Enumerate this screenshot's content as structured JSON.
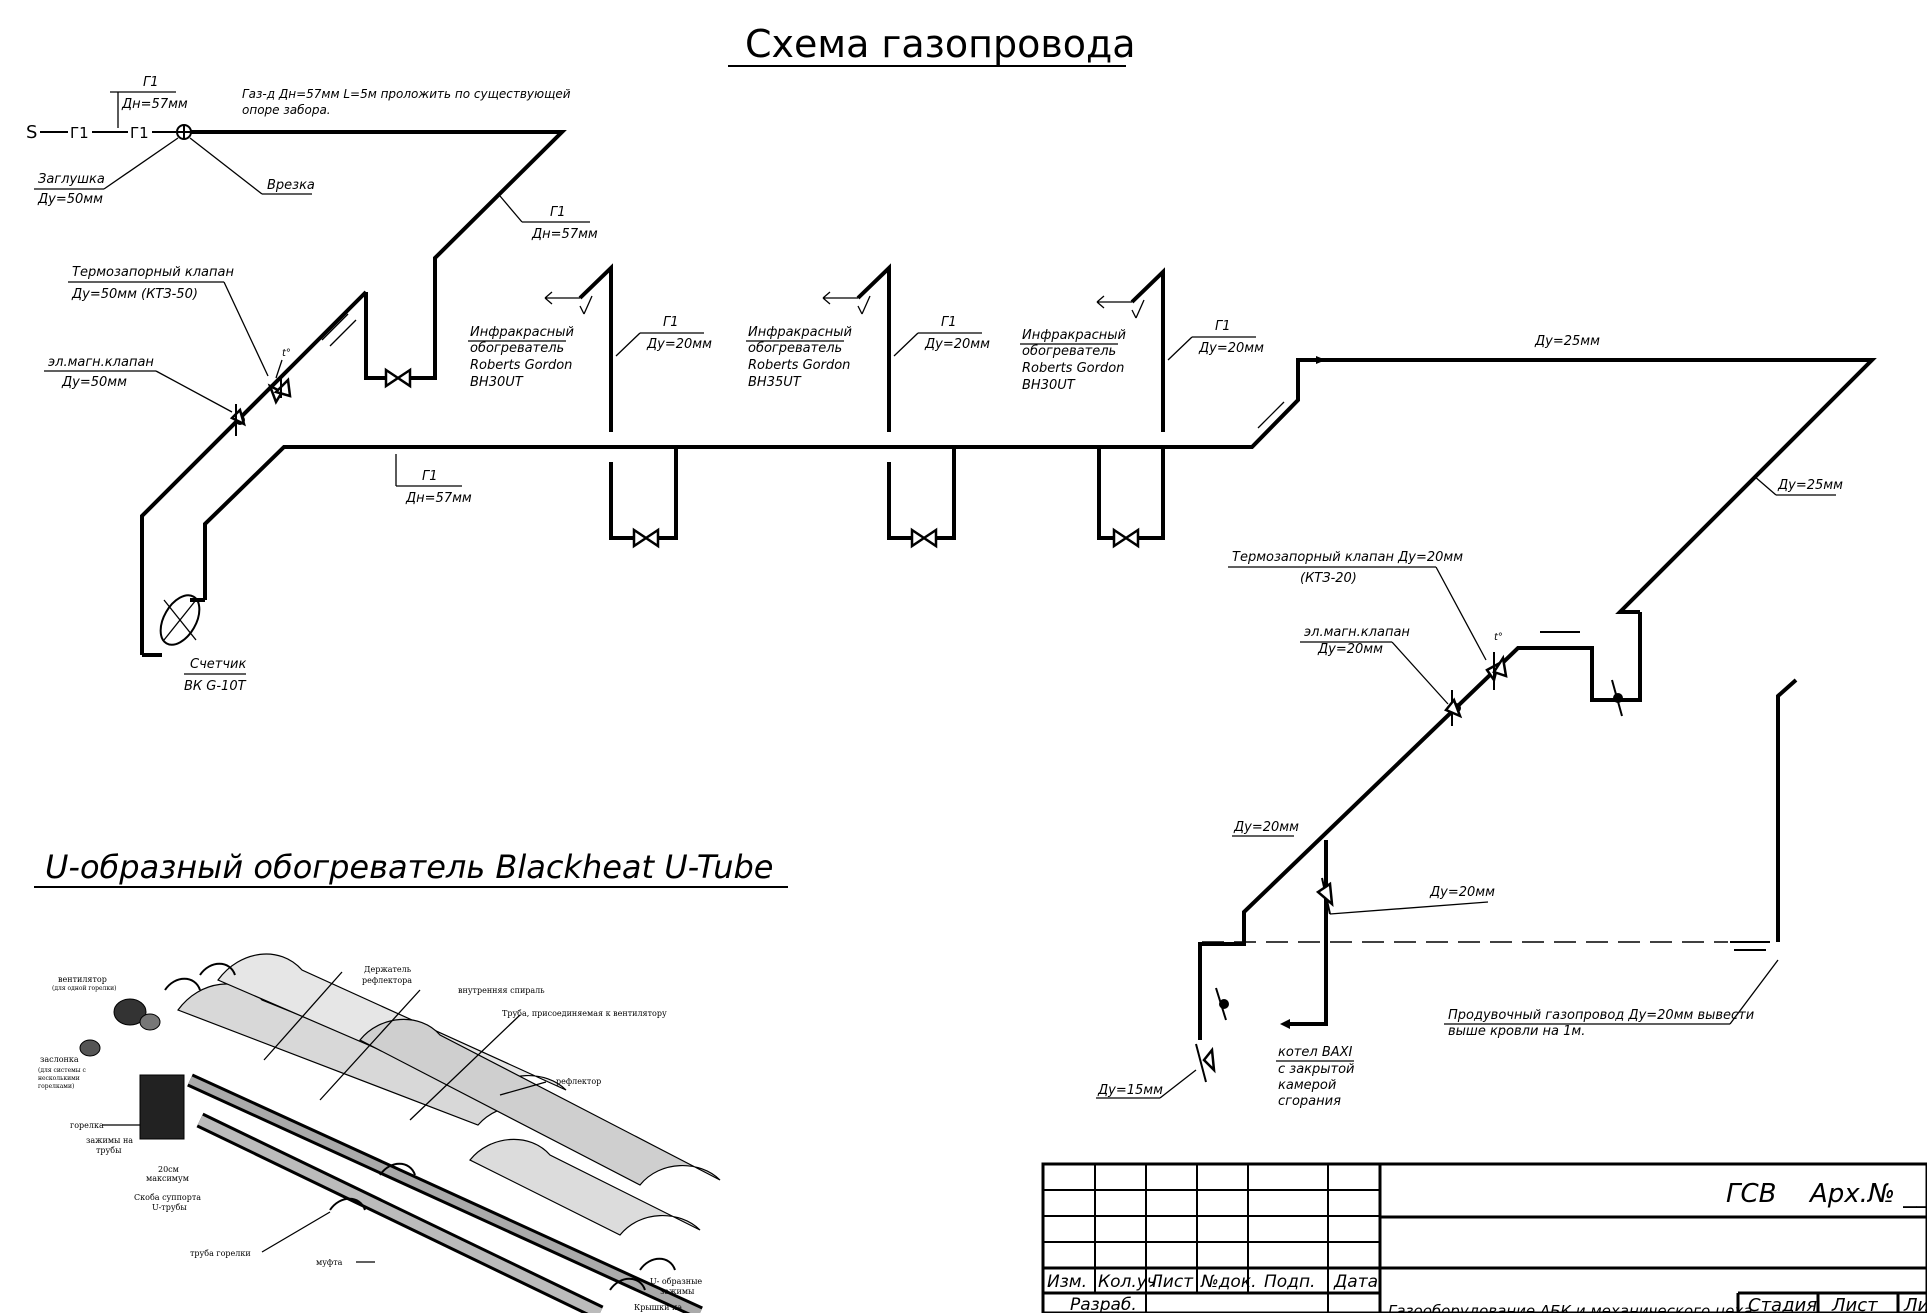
{
  "titles": {
    "main": "Схема газопровода",
    "secondary": "U-образный обогреватель Blackheat U-Tube"
  },
  "symbols": {
    "supply_left": "S",
    "g1_a": "Г1",
    "g1_b": "Г1"
  },
  "labels": {
    "top_g1": "Г1",
    "top_dn": "Дн=57мм",
    "note_line1": "Газ-д Дн=57мм L=5м проложить по существующей",
    "note_line2": "опоре забора.",
    "plug": "Заглушка",
    "plug_du": "Ду=50мм",
    "tap": "Врезка",
    "riser_g1": "Г1",
    "riser_dn": "Дн=57мм",
    "thermo_valve": "Термозапорный клапан",
    "thermo_valve_du": "Ду=50мм (КТЗ-50)",
    "solenoid": "эл.магн.клапан",
    "solenoid_du": "Ду=50мм",
    "main_g1": "Г1",
    "main_dn": "Дн=57мм",
    "meter": "Счетчик",
    "meter_model": "ВК G-10Т",
    "right_top_du": "Ду=25мм",
    "right_diag_du": "Ду=25мм",
    "thermo_valve2": "Термозапорный клапан Ду=20мм",
    "thermo_valve2_model": "(КТЗ-20)",
    "solenoid2": "эл.магн.клапан",
    "solenoid2_du": "Ду=20мм",
    "diag_du20": "Ду=20мм",
    "riser_du20": "Ду=20мм",
    "du15": "Ду=15мм",
    "boiler_1": "котел BAXI",
    "boiler_2": "с закрытой",
    "boiler_3": "камерой",
    "boiler_4": "сгорания",
    "purge_1": "Продувочный газопровод Ду=20мм вывести",
    "purge_2": "выше кровли на 1м.",
    "temp_mark": "t°"
  },
  "heaters": [
    {
      "l1": "Инфракрасный",
      "l2": "обогреватель",
      "l3": "Roberts Gordon",
      "l4": "BH30UT",
      "g1": "Г1",
      "du": "Ду=20мм"
    },
    {
      "l1": "Инфракрасный",
      "l2": "обогреватель",
      "l3": "Roberts Gordon",
      "l4": "BH35UT",
      "g1": "Г1",
      "du": "Ду=20мм"
    },
    {
      "l1": "Инфракрасный",
      "l2": "обогреватель",
      "l3": "Roberts Gordon",
      "l4": "BH30UT",
      "g1": "Г1",
      "du": "Ду=20мм"
    }
  ],
  "exploded_view": {
    "fan": "вентилятор",
    "fan_note": "(для одной горелки)",
    "damper": "заслонка",
    "damper_note_1": "(для системы с",
    "damper_note_2": "несколькими",
    "damper_note_3": "горелками)",
    "burner": "горелка",
    "clamps_1": "зажимы на",
    "clamps_2": "трубы",
    "dim_1": "20см",
    "dim_2": "максимум",
    "bracket_1": "Скоба суппорта",
    "bracket_2": "U-трубы",
    "burner_tube": "труба горелки",
    "coupling": "муфта",
    "holder_1": "Держатель",
    "holder_2": "рефлектора",
    "spiral": "внутренняя спираль",
    "fan_tube": "Труба, присоединяемая к вентилятору",
    "reflector": "рефлектор",
    "u_clamps_1": "U- образные",
    "u_clamps_2": "зажимы",
    "covers": "Крышки на"
  },
  "title_block": {
    "cols": [
      "Изм.",
      "Кол.уч",
      "Лист",
      "№док.",
      "Подп.",
      "Дата"
    ],
    "developer": "Разраб.",
    "code": "ГСВ",
    "archive": "Арх.№ ____",
    "project": "Газооборудование АБК и механического цеха",
    "stage": "Стадия",
    "sheet": "Лист",
    "sheets": "Листов"
  }
}
